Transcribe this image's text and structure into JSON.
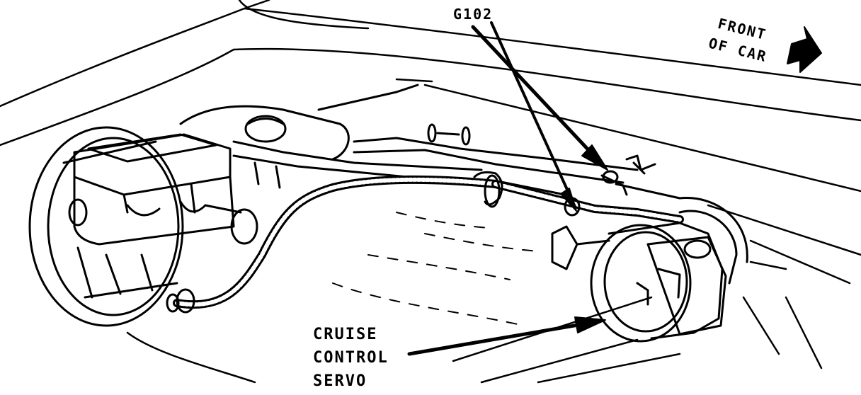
{
  "labels": {
    "connector": "G102",
    "front_line1": "FRONT",
    "front_line2": "OF CAR",
    "servo_line1": "CRUISE",
    "servo_line2": "CONTROL",
    "servo_line3": "SERVO"
  },
  "colors": {
    "ink": "#000000",
    "paper": "#ffffff"
  }
}
